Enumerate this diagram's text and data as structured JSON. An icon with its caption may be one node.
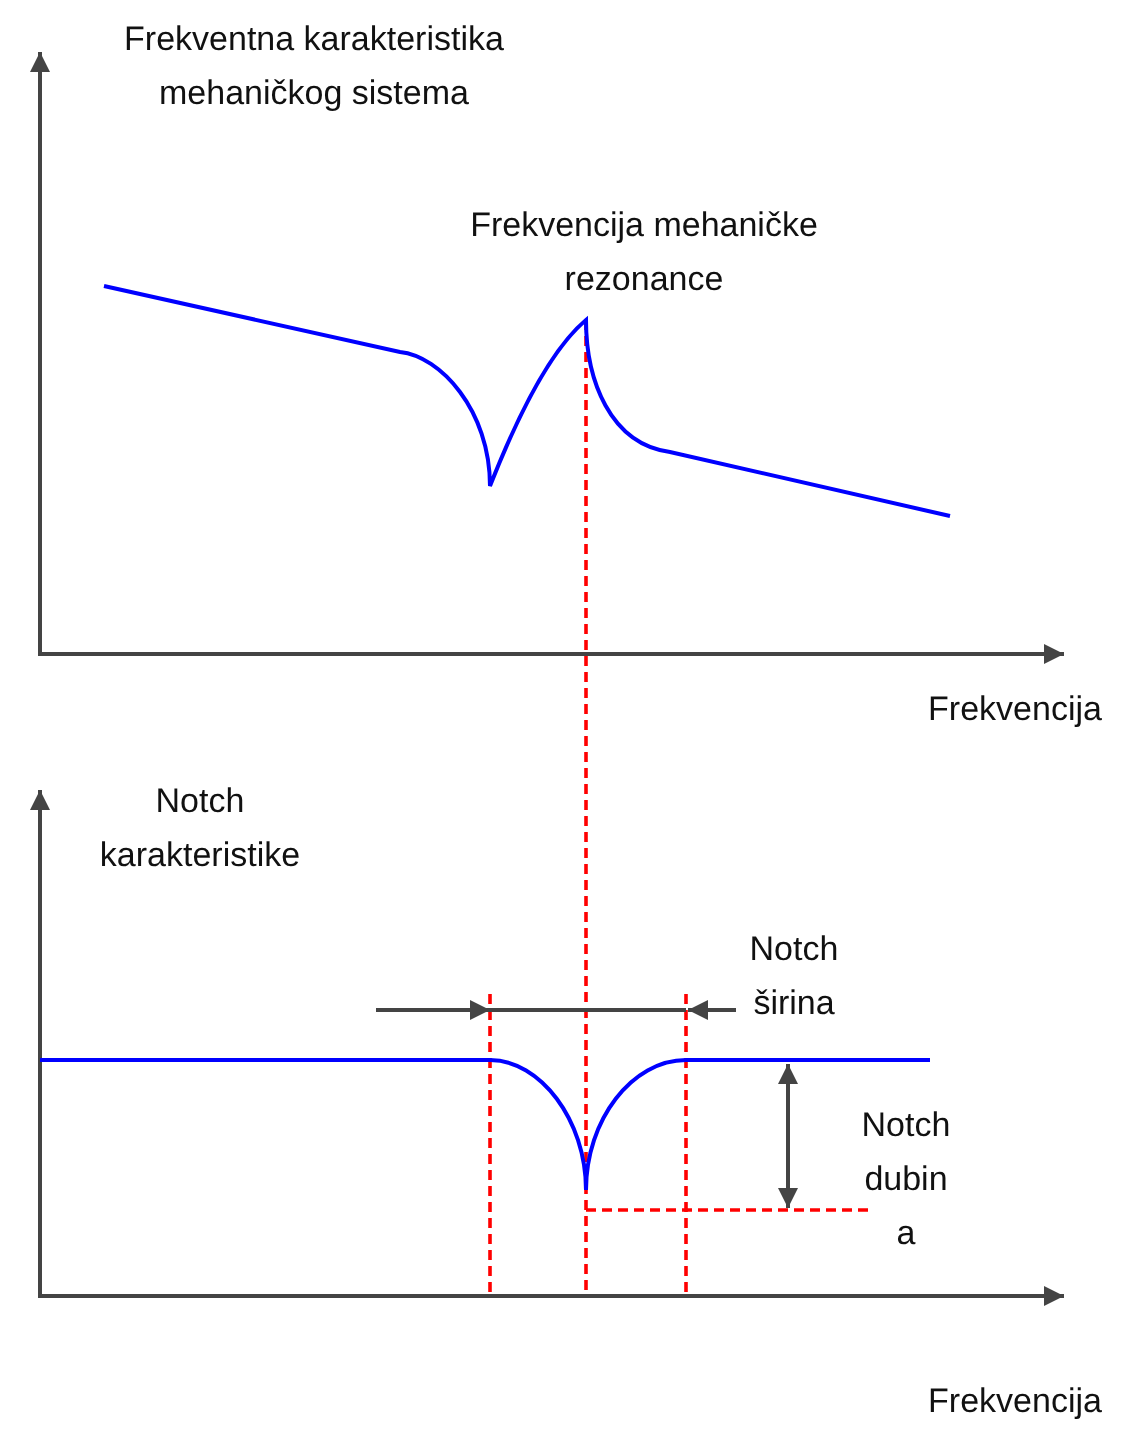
{
  "diagram": {
    "labels": [
      "Frekventna karakteristika mehaničkog sistema",
      "Frekvencija mehaničke rezonance",
      "Frekvencija",
      "Notch karakteristike",
      "Notch širina",
      "Notch dubin a",
      "Frekvencija"
    ]
  }
}
